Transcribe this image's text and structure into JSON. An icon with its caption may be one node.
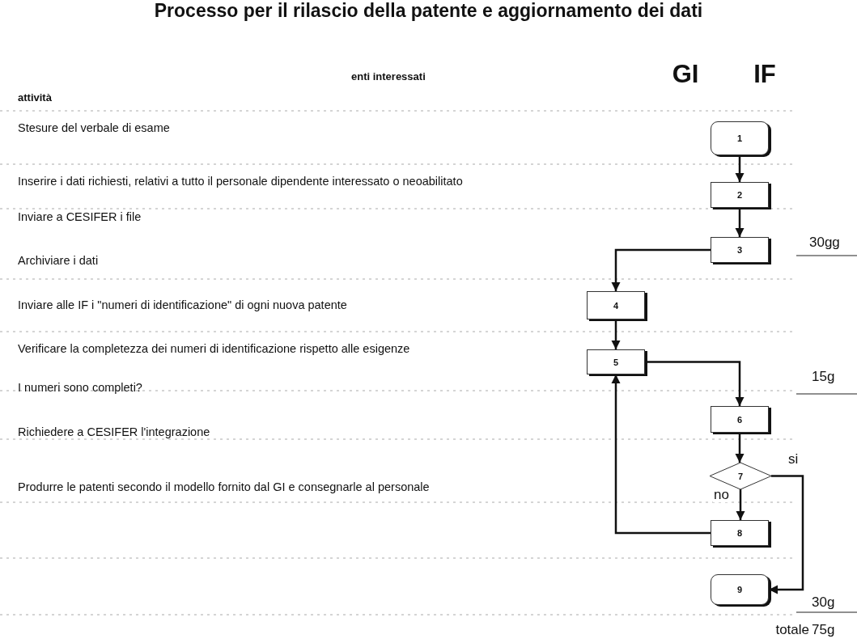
{
  "diagram": {
    "title": "Processo per il rilascio della patente e aggiornamento dei dati",
    "nodes": [
      {
        "text": [
          "1"
        ]
      },
      {
        "text": [
          "2"
        ]
      },
      {
        "text": [
          "3"
        ]
      },
      {
        "text": [
          "4"
        ]
      },
      {
        "text": [
          "5"
        ]
      },
      {
        "text": [
          "6"
        ]
      },
      {
        "text": [
          "7"
        ]
      },
      {
        "text": [
          "8"
        ]
      },
      {
        "text": [
          "9"
        ]
      }
    ],
    "edges": [
      {
        "from": 0,
        "to": 1,
        "arrow": "to"
      },
      {
        "from": 1,
        "to": 2,
        "arrow": "to"
      },
      {
        "from": 2,
        "to": 3,
        "arrow": "to"
      },
      {
        "from": 3,
        "to": 4,
        "arrow": "to"
      },
      {
        "from": 4,
        "to": 5,
        "arrow": "to"
      },
      {
        "from": 5,
        "to": 6,
        "arrow": "to"
      },
      {
        "from": 6,
        "to": 8,
        "arrow": "to",
        "label": "si"
      },
      {
        "from": 6,
        "to": 7,
        "arrow": "to",
        "label": "no"
      },
      {
        "from": 7,
        "to": 4,
        "arrow": "to"
      }
    ],
    "labels": [
      "enti interessati",
      "GI",
      "IF",
      "attività",
      "Stesure del verbale di esame",
      "Inserire i dati richiesti, relativi a tutto il personale dipendente interessato o neoabilitato",
      "Inviare a CESIFER i file",
      "30gg",
      "Archiviare i dati",
      "Inviare alle IF i \"numeri di identificazione\" di ogni  nuova patente",
      "15g",
      "Verificare la completezza dei numeri di identificazione rispetto alle esigenze",
      "I numeri sono completi?",
      "Richiedere a CESIFER l'integrazione",
      "Produrre le patenti secondo il modello fornito dal GI e consegnarle al personale",
      "30g",
      "totale",
      "75g"
    ]
  }
}
